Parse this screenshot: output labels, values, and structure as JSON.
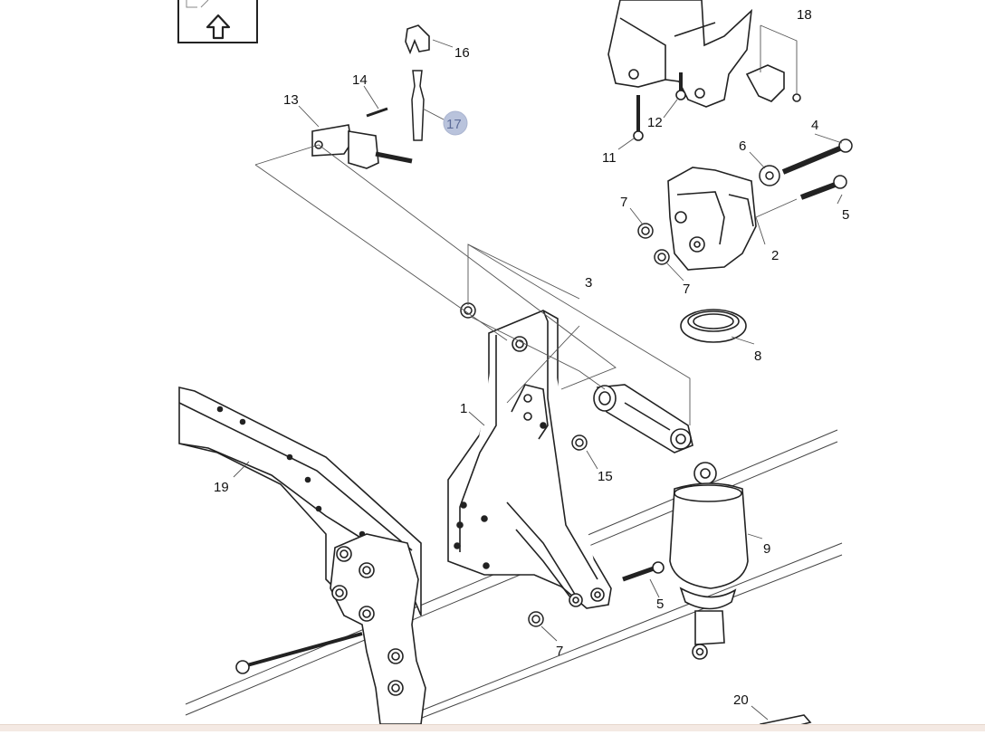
{
  "diagram": {
    "stroke": "#222222",
    "line": "#555555",
    "highlight_fill": "#b9c3dc",
    "highlight_text": "#5d6c99",
    "callouts": [
      {
        "id": "c1",
        "label": "1"
      },
      {
        "id": "c2",
        "label": "2"
      },
      {
        "id": "c3",
        "label": "3"
      },
      {
        "id": "c4",
        "label": "4"
      },
      {
        "id": "c5a",
        "label": "5"
      },
      {
        "id": "c5b",
        "label": "5"
      },
      {
        "id": "c6",
        "label": "6"
      },
      {
        "id": "c7a",
        "label": "7"
      },
      {
        "id": "c7b",
        "label": "7"
      },
      {
        "id": "c7c",
        "label": "7"
      },
      {
        "id": "c8",
        "label": "8"
      },
      {
        "id": "c9",
        "label": "9"
      },
      {
        "id": "c11",
        "label": "11"
      },
      {
        "id": "c12",
        "label": "12"
      },
      {
        "id": "c13",
        "label": "13"
      },
      {
        "id": "c14",
        "label": "14"
      },
      {
        "id": "c15",
        "label": "15"
      },
      {
        "id": "c16",
        "label": "16"
      },
      {
        "id": "c17",
        "label": "17",
        "highlighted": true
      },
      {
        "id": "c18",
        "label": "18"
      },
      {
        "id": "c19",
        "label": "19"
      },
      {
        "id": "c20",
        "label": "20"
      }
    ]
  }
}
